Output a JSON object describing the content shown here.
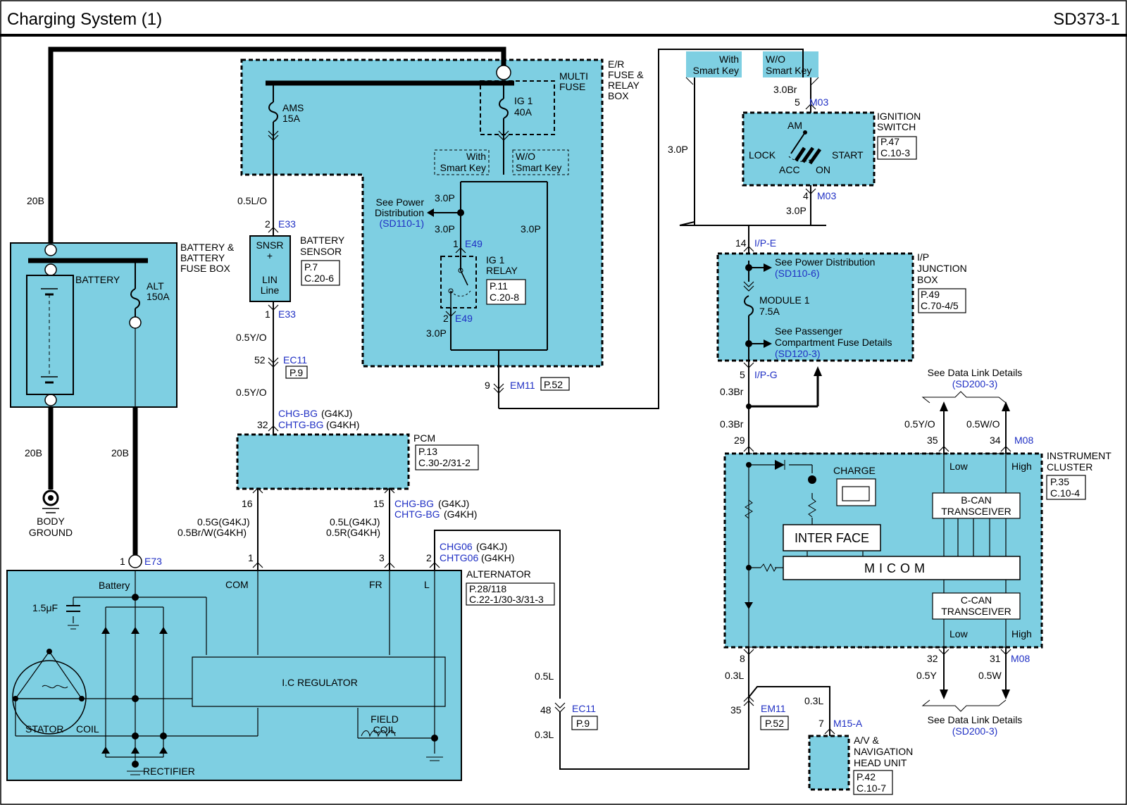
{
  "header": {
    "title": "Charging System (1)",
    "page_code": "SD373-1"
  },
  "components": {
    "er_box": {
      "name_lines": [
        "E/R",
        "FUSE &",
        "RELAY",
        "BOX"
      ]
    },
    "multi_fuse": {
      "name_lines": [
        "MULTI",
        "FUSE"
      ],
      "fuse": [
        "IG 1",
        "40A"
      ]
    },
    "ams_fuse": [
      "AMS",
      "15A"
    ],
    "with_smart_key_er": [
      "With",
      "Smart Key"
    ],
    "wo_smart_key_er": [
      "W/O",
      "Smart Key"
    ],
    "see_power_dist": {
      "text": [
        "See Power",
        "Distribution"
      ],
      "link": "(SD110-1)"
    },
    "ig1_relay": {
      "name_lines": [
        "IG 1",
        "RELAY"
      ],
      "ref": [
        "P.11",
        "C.20-8"
      ]
    },
    "battery_box": {
      "name_lines": [
        "BATTERY &",
        "BATTERY",
        "FUSE BOX"
      ],
      "battery": "BATTERY",
      "alt_fuse": [
        "ALT",
        "150A"
      ]
    },
    "body_ground": [
      "BODY",
      "GROUND"
    ],
    "battery_sensor": {
      "name_lines": [
        "BATTERY",
        "SENSOR"
      ],
      "inner": [
        "SNSR",
        "+",
        "LIN",
        "Line"
      ],
      "ref": [
        "P.7",
        "C.20-6"
      ]
    },
    "pcm": {
      "name": "PCM",
      "ref": [
        "P.13",
        "C.30-2/31-2"
      ]
    },
    "alternator": {
      "name": "ALTERNATOR",
      "ref": [
        "P.28/118",
        "C.22-1/30-3/31-3"
      ],
      "battery_label": "Battery",
      "capacitor": "1.5μF",
      "com": "COM",
      "fr": "FR",
      "l": "L",
      "regulator": "I.C REGULATOR",
      "field_coil": [
        "FIELD",
        "COIL"
      ],
      "stator": "STATOR",
      "coil": "COIL",
      "rectifier": "RECTIFIER"
    },
    "with_smart_key_ign": [
      "With",
      "Smart Key"
    ],
    "wo_smart_key_ign": [
      "W/O",
      "Smart Key"
    ],
    "ignition_switch": {
      "name_lines": [
        "IGNITION",
        "SWITCH"
      ],
      "ref": [
        "P.47",
        "C.10-3"
      ],
      "am": "AM",
      "lock": "LOCK",
      "acc": "ACC",
      "on": "ON",
      "start": "START"
    },
    "ip_junction": {
      "name_lines": [
        "I/P",
        "JUNCTION",
        "BOX"
      ],
      "ref": [
        "P.49",
        "C.70-4/5"
      ],
      "see_power": "See Power Distribution",
      "see_power_link": "(SD110-6)",
      "module": [
        "MODULE 1",
        "7.5A"
      ],
      "see_passenger": [
        "See Passenger",
        "Compartment Fuse Details"
      ],
      "see_passenger_link": "(SD120-3)"
    },
    "instrument_cluster": {
      "name_lines": [
        "INSTRUMENT",
        "CLUSTER"
      ],
      "ref": [
        "P.35",
        "C.10-4"
      ],
      "charge": "CHARGE",
      "interface": "INTER FACE",
      "micom": "MICOM",
      "bcan": [
        "B-CAN",
        "TRANSCEIVER"
      ],
      "ccan": [
        "C-CAN",
        "TRANSCEIVER"
      ],
      "low": "Low",
      "high": "High"
    },
    "data_link_top": {
      "text": "See Data Link Details",
      "link": "(SD200-3)"
    },
    "data_link_bottom": {
      "text": "See Data Link Details",
      "link": "(SD200-3)"
    },
    "av_head_unit": {
      "name_lines": [
        "A/V &",
        "NAVIGATION",
        "HEAD UNIT"
      ],
      "ref": [
        "P.42",
        "C.10-7"
      ]
    }
  },
  "wire_labels": {
    "w20b_top": "20B",
    "w20b_ground": "20B",
    "w20b_alt": "20B",
    "w05lo": "0.5L/O",
    "w05yo_a": "0.5Y/O",
    "w05yo_b": "0.5Y/O",
    "w30p_a": "3.0P",
    "w30p_b": "3.0P",
    "w30p_c": "3.0P",
    "w30p_d": "3.0P",
    "w30p_ign_left": "3.0P",
    "w30br": "3.0Br",
    "w30p_ign": "3.0P",
    "w03br_a": "0.3Br",
    "w03br_b": "0.3Br",
    "w05yo_c": "0.5Y/O",
    "w05wo": "0.5W/O",
    "w05g": "0.5G(G4KJ)",
    "w05brw": "0.5Br/W(G4KH)",
    "w05l": "0.5L(G4KJ)",
    "w05r": "0.5R(G4KH)",
    "w05l_b": "0.5L",
    "w03l_a": "0.3L",
    "w03l_b": "0.3L",
    "w03l_c": "0.3L",
    "w05y": "0.5Y",
    "w05w": "0.5W"
  },
  "connectors": {
    "e33_2": {
      "pin": "2",
      "id": "E33"
    },
    "e33_1": {
      "pin": "1",
      "id": "E33"
    },
    "ec11_52": {
      "pin": "52",
      "id": "EC11",
      "ref": "P.9"
    },
    "pcm_32": {
      "pin": "32",
      "sig1": "CHG-BG",
      "var1": "(G4KJ)",
      "sig2": "CHTG-BG",
      "var2": "(G4KH)"
    },
    "pcm_16": {
      "pin": "16"
    },
    "pcm_15": {
      "pin": "15",
      "sig1": "CHG-BG",
      "var1": "(G4KJ)",
      "sig2": "CHTG-BG",
      "var2": "(G4KH)"
    },
    "alt_1": {
      "pin": "1"
    },
    "alt_3": {
      "pin": "3"
    },
    "alt_2": {
      "pin": "2",
      "sig1": "CHG06",
      "var1": "(G4KJ)",
      "sig2": "CHTG06",
      "var2": "(G4KH)"
    },
    "e73": {
      "pin": "1",
      "id": "E73"
    },
    "e49_1": {
      "pin": "1",
      "id": "E49"
    },
    "e49_2": {
      "pin": "2",
      "id": "E49"
    },
    "em11_9": {
      "pin": "9",
      "id": "EM11",
      "ref": "P.52"
    },
    "m03_5": {
      "pin": "5",
      "id": "M03"
    },
    "m03_4": {
      "pin": "4",
      "id": "M03"
    },
    "ipe_14": {
      "pin": "14",
      "id": "I/P-E"
    },
    "ipg_5": {
      "pin": "5",
      "id": "I/P-G"
    },
    "m08_29": {
      "pin": "29"
    },
    "m08_35": {
      "pin": "35"
    },
    "m08_34": {
      "pin": "34",
      "id": "M08"
    },
    "m08_8": {
      "pin": "8"
    },
    "m08_32": {
      "pin": "32"
    },
    "m08_31": {
      "pin": "31",
      "id": "M08"
    },
    "ec11_48": {
      "pin": "48",
      "id": "EC11",
      "ref": "P.9"
    },
    "em11_35": {
      "pin": "35",
      "id": "EM11",
      "ref": "P.52"
    },
    "m15a_7": {
      "pin": "7",
      "id": "M15-A"
    }
  }
}
